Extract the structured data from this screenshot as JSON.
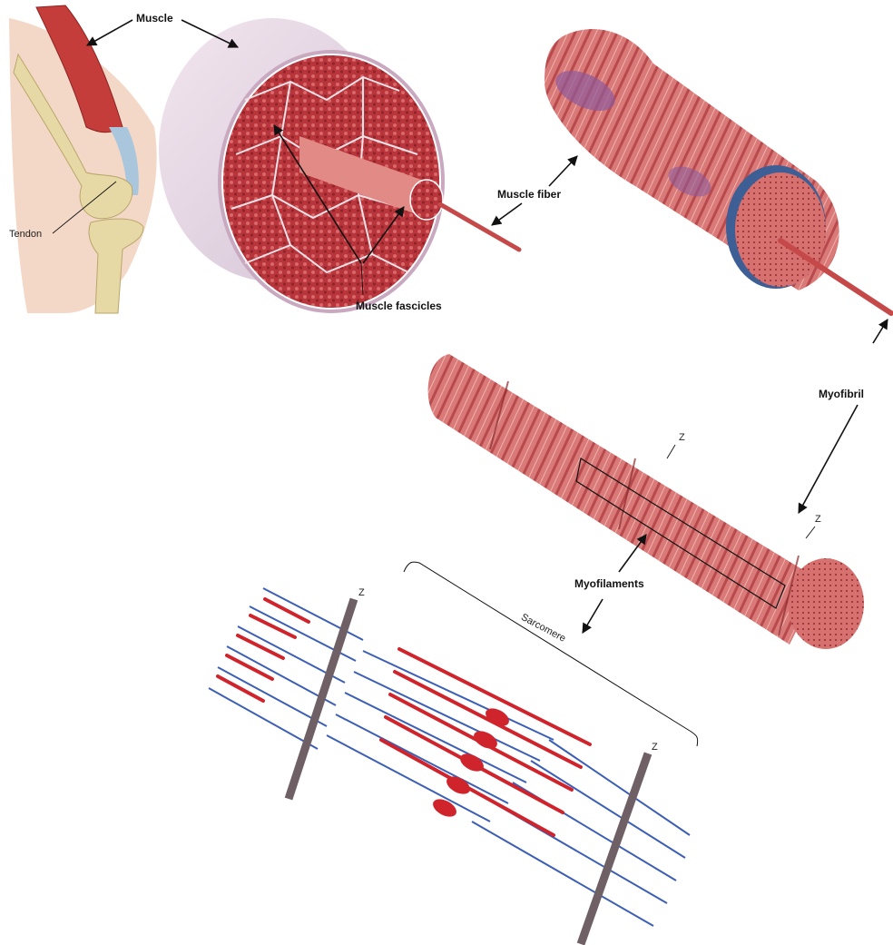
{
  "labels": {
    "muscle": "Muscle",
    "tendon": "Tendon",
    "muscle_fiber": "Muscle fiber",
    "muscle_fascicles": "Muscle fascicles",
    "myofibril": "Myofibril",
    "myofilaments": "Myofilaments",
    "sarcomere": "Sarcomere",
    "z": "Z"
  },
  "colors": {
    "muscle_red": "#b8353c",
    "muscle_pink": "#e08a86",
    "fascia": "#dcd3e0",
    "bone": "#e7d9a6",
    "tendon": "#a9c6dd",
    "thick_filament": "#d0242c",
    "thin_filament": "#3c5fb5",
    "z_disc": "#6e6064"
  }
}
